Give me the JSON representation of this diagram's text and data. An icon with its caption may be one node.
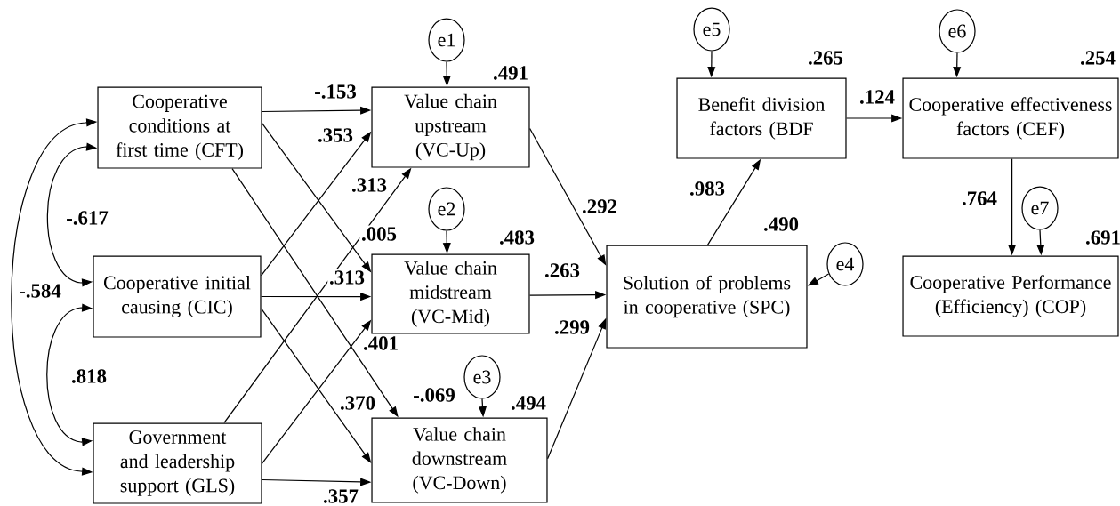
{
  "diagram": {
    "nodes": [
      {
        "text": [
          "Cooperative conditions at first time (CFT)"
        ]
      },
      {
        "text": [
          "Cooperative initial causing (CIC)"
        ]
      },
      {
        "text": [
          "Government and leadership support (GLS)"
        ]
      },
      {
        "text": [
          "Value chain upstream (VC-Up)"
        ],
        "beside": [
          ".491"
        ]
      },
      {
        "text": [
          "Value chain midstream (VC-Mid)"
        ],
        "beside": [
          ".483"
        ]
      },
      {
        "text": [
          "Value chain downstream (VC-Down)"
        ],
        "beside": [
          ".494"
        ]
      },
      {
        "text": [
          "Solution of problems in cooperative (SPC)"
        ],
        "beside": [
          ".490"
        ]
      },
      {
        "text": [
          "Benefit division factors (BDF"
        ],
        "beside": [
          ".265"
        ]
      },
      {
        "text": [
          "Cooperative effectiveness factors (CEF)"
        ],
        "beside": [
          ".254"
        ]
      },
      {
        "text": [
          "Cooperative Performance (Efficiency) (COP)"
        ],
        "beside": [
          ".691"
        ]
      },
      {
        "text": [
          "e1"
        ]
      },
      {
        "text": [
          "e2"
        ]
      },
      {
        "text": [
          "e3"
        ]
      },
      {
        "text": [
          "e4"
        ]
      },
      {
        "text": [
          "e5"
        ]
      },
      {
        "text": [
          "e6"
        ]
      },
      {
        "text": [
          "e7"
        ]
      }
    ],
    "edges": [
      {
        "from": 0,
        "to": 3,
        "arrow": "to",
        "label": "-.153"
      },
      {
        "from": 0,
        "to": 4,
        "arrow": "to",
        "label": ".005"
      },
      {
        "from": 0,
        "to": 5,
        "arrow": "to",
        "label": "-.069"
      },
      {
        "from": 1,
        "to": 3,
        "arrow": "to",
        "label": ".353"
      },
      {
        "from": 1,
        "to": 4,
        "arrow": "to",
        "label": ".313"
      },
      {
        "from": 1,
        "to": 5,
        "arrow": "to",
        "label": ".370"
      },
      {
        "from": 2,
        "to": 3,
        "arrow": "to",
        "label": ".313"
      },
      {
        "from": 2,
        "to": 4,
        "arrow": "to",
        "label": ".401"
      },
      {
        "from": 2,
        "to": 5,
        "arrow": "to",
        "label": ".357"
      },
      {
        "from": 3,
        "to": 6,
        "arrow": "to",
        "label": ".292"
      },
      {
        "from": 4,
        "to": 6,
        "arrow": "to",
        "label": ".263"
      },
      {
        "from": 5,
        "to": 6,
        "arrow": "to",
        "label": ".299"
      },
      {
        "from": 6,
        "to": 7,
        "arrow": "to",
        "label": ".983"
      },
      {
        "from": 7,
        "to": 8,
        "arrow": "to",
        "label": ".124"
      },
      {
        "from": 8,
        "to": 9,
        "arrow": "to",
        "label": ".764"
      },
      {
        "from": 10,
        "to": 3,
        "arrow": "to"
      },
      {
        "from": 11,
        "to": 4,
        "arrow": "to"
      },
      {
        "from": 12,
        "to": 5,
        "arrow": "to"
      },
      {
        "from": 13,
        "to": 6,
        "arrow": "to"
      },
      {
        "from": 14,
        "to": 7,
        "arrow": "to"
      },
      {
        "from": 15,
        "to": 8,
        "arrow": "to"
      },
      {
        "from": 16,
        "to": 9,
        "arrow": "to"
      },
      {
        "from": 0,
        "to": 1,
        "arrow": "both",
        "label": "-.617"
      },
      {
        "from": 1,
        "to": 2,
        "arrow": "both",
        "label": ".818"
      },
      {
        "from": 0,
        "to": 2,
        "arrow": "both",
        "label": "-.584"
      }
    ]
  }
}
